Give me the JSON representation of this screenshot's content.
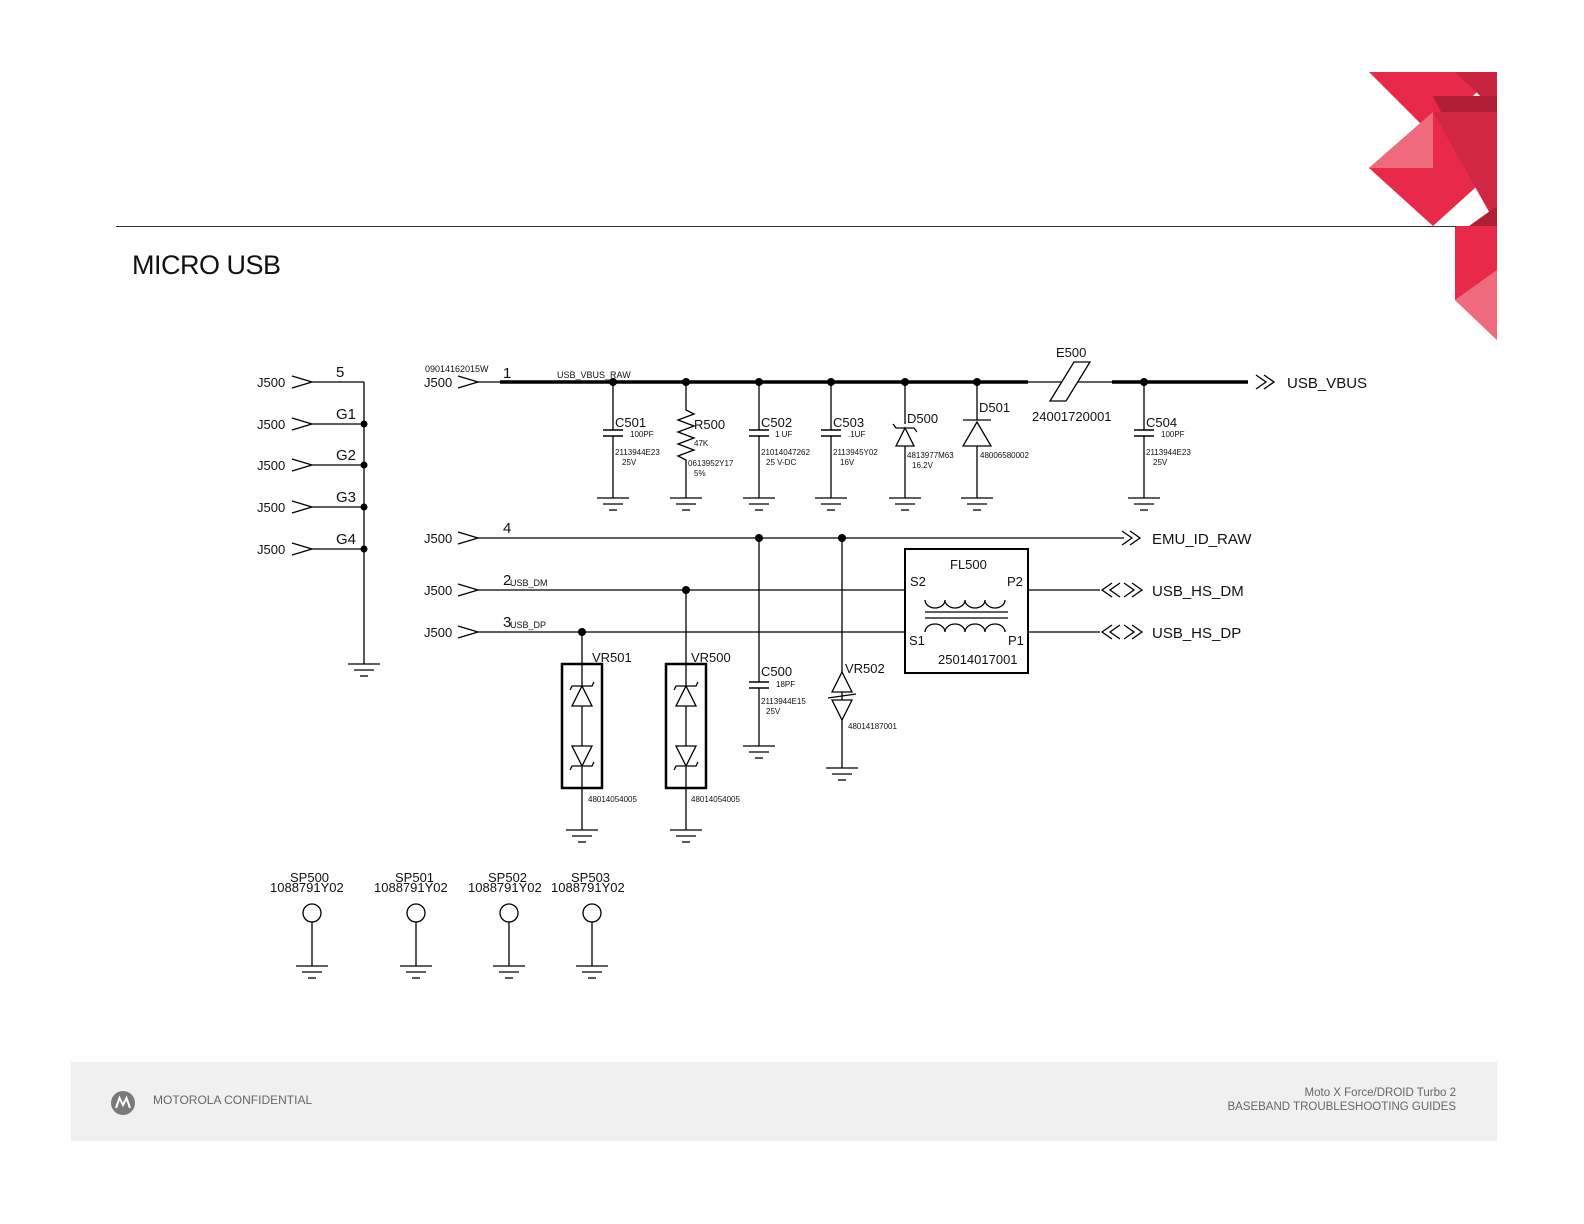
{
  "page": {
    "title": "MICRO USB",
    "footer_left": "MOTOROLA CONFIDENTIAL",
    "footer_right_line1": "Moto X Force/DROID Turbo 2",
    "footer_right_line2": "BASEBAND TROUBLESHOOTING GUIDES"
  },
  "colors": {
    "accent": "#e8294a",
    "accent_dark": "#b31e37",
    "footer_bg": "#f0f0f0"
  },
  "schematic": {
    "connector_ref": "J500",
    "connector_pn": "09014162015W",
    "pins": {
      "p1": "1",
      "p2": "2",
      "p3": "3",
      "p4": "4",
      "p5": "5",
      "g1": "G1",
      "g2": "G2",
      "g3": "G3",
      "g4": "G4"
    },
    "nets": {
      "vbus_raw": "USB_VBUS_RAW",
      "usb_dm": "USB_DM",
      "usb_dp": "USB_DP",
      "out_vbus": "USB_VBUS",
      "out_emu": "EMU_ID_RAW",
      "out_hs_dm": "USB_HS_DM",
      "out_hs_dp": "USB_HS_DP"
    },
    "components": {
      "c501": {
        "ref": "C501",
        "value": "100PF",
        "pn": "2113944E23",
        "rating": "25V"
      },
      "r500": {
        "ref": "R500",
        "value": "47K",
        "pn": "0613952Y17",
        "rating": "5%"
      },
      "c502": {
        "ref": "C502",
        "value": "1 UF",
        "pn": "21014047262",
        "rating": "25 V-DC"
      },
      "c503": {
        "ref": "C503",
        "value": ".1UF",
        "pn": "2113945Y02",
        "rating": "16V"
      },
      "d500": {
        "ref": "D500",
        "pn": "4813977M63",
        "rating": "16.2V"
      },
      "d501": {
        "ref": "D501",
        "pn": "48006580002"
      },
      "e500": {
        "ref": "E500",
        "pn": "24001720001"
      },
      "c504": {
        "ref": "C504",
        "value": "100PF",
        "pn": "2113944E23",
        "rating": "25V"
      },
      "fl500": {
        "ref": "FL500",
        "pn": "25014017001",
        "s1": "S1",
        "s2": "S2",
        "p1": "P1",
        "p2": "P2"
      },
      "vr501": {
        "ref": "VR501",
        "pn": "48014054005"
      },
      "vr500": {
        "ref": "VR500",
        "pn": "48014054005"
      },
      "c500": {
        "ref": "C500",
        "value": "18PF",
        "pn": "2113944E15",
        "rating": "25V"
      },
      "vr502": {
        "ref": "VR502",
        "pn": "48014187001"
      }
    },
    "test_points": [
      {
        "ref": "SP500",
        "pn": "1088791Y02"
      },
      {
        "ref": "SP501",
        "pn": "1088791Y02"
      },
      {
        "ref": "SP502",
        "pn": "1088791Y02"
      },
      {
        "ref": "SP503",
        "pn": "1088791Y02"
      }
    ],
    "pin_num_1": "1",
    "pin_num_2": "2",
    "pin_num_3": "3",
    "pin_num_4": "4"
  }
}
